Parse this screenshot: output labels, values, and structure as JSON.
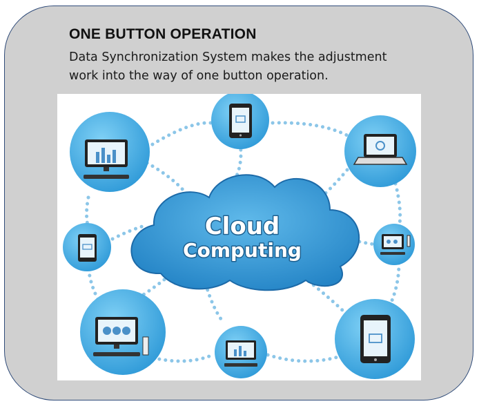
{
  "slide": {
    "heading": "ONE BUTTON OPERATION",
    "description": "Data Synchronization System makes the adjustment work into the way of one button operation."
  },
  "figure": {
    "cloud_line1": "Cloud",
    "cloud_line2": "Computing",
    "device_icons": [
      "desktop-monitor-icon",
      "tablet-icon",
      "laptop-icon",
      "tablet-icon",
      "desktop-monitor-icon",
      "desktop-monitor-icon",
      "desktop-monitor-icon",
      "tablet-icon"
    ],
    "colors": {
      "card_background": "#d0d0d0",
      "card_border": "#2e4a78",
      "node_blue": "#3aa6dd",
      "cloud_blue": "#2b8fcf",
      "link_dots": "#7fbfe3"
    }
  }
}
